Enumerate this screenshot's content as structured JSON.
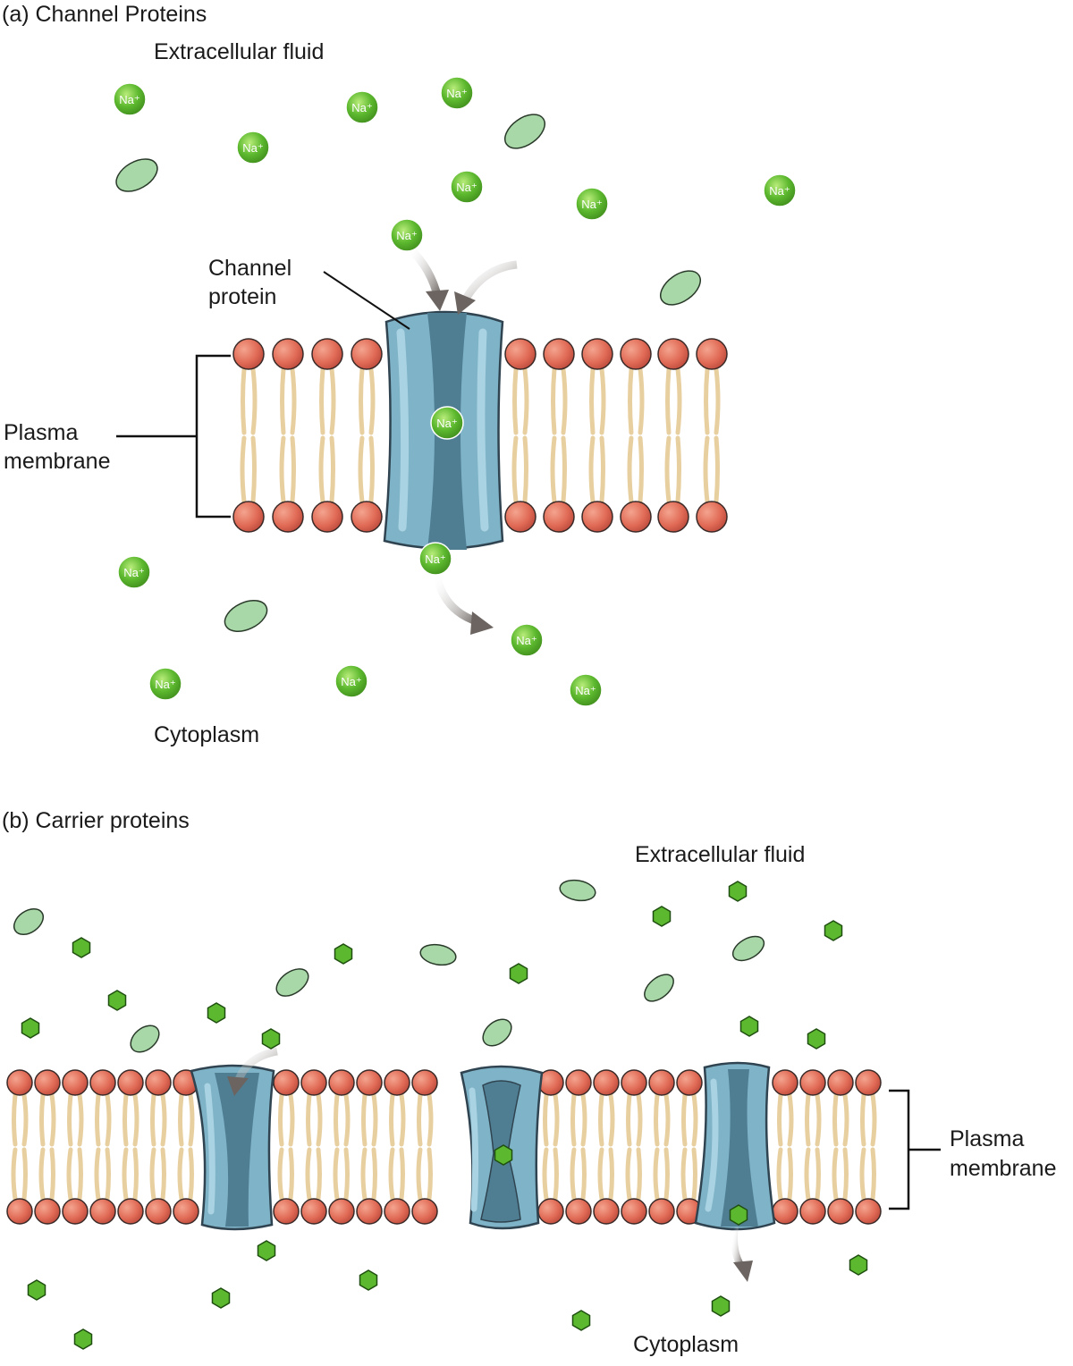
{
  "panel_a": {
    "title": "(a) Channel Proteins",
    "extracellular": "Extracellular fluid",
    "cytoplasm": "Cytoplasm",
    "channel_line1": "Channel",
    "channel_line2": "protein",
    "membrane_line1": "Plasma",
    "membrane_line2": "membrane",
    "ion_label": "Na⁺"
  },
  "panel_b": {
    "title": "(b)  Carrier proteins",
    "extracellular": "Extracellular fluid",
    "cytoplasm": "Cytoplasm",
    "membrane_line1": "Plasma",
    "membrane_line2": "membrane"
  },
  "colors": {
    "head": "#e06a55",
    "head_stroke": "#3a2a28",
    "tail": "#e8cfa0",
    "protein": "#7fb3c7",
    "protein_dark": "#4f7e93",
    "protein_light": "#a9d3e2",
    "ion": "#5cb82e",
    "molecule": "#a8d8a8",
    "arrow": "#6b6460"
  },
  "icons": [
    "sodium-ion-icon",
    "oval-molecule-icon",
    "hexagon-solute-icon",
    "phospholipid-icon",
    "arrow-icon"
  ]
}
